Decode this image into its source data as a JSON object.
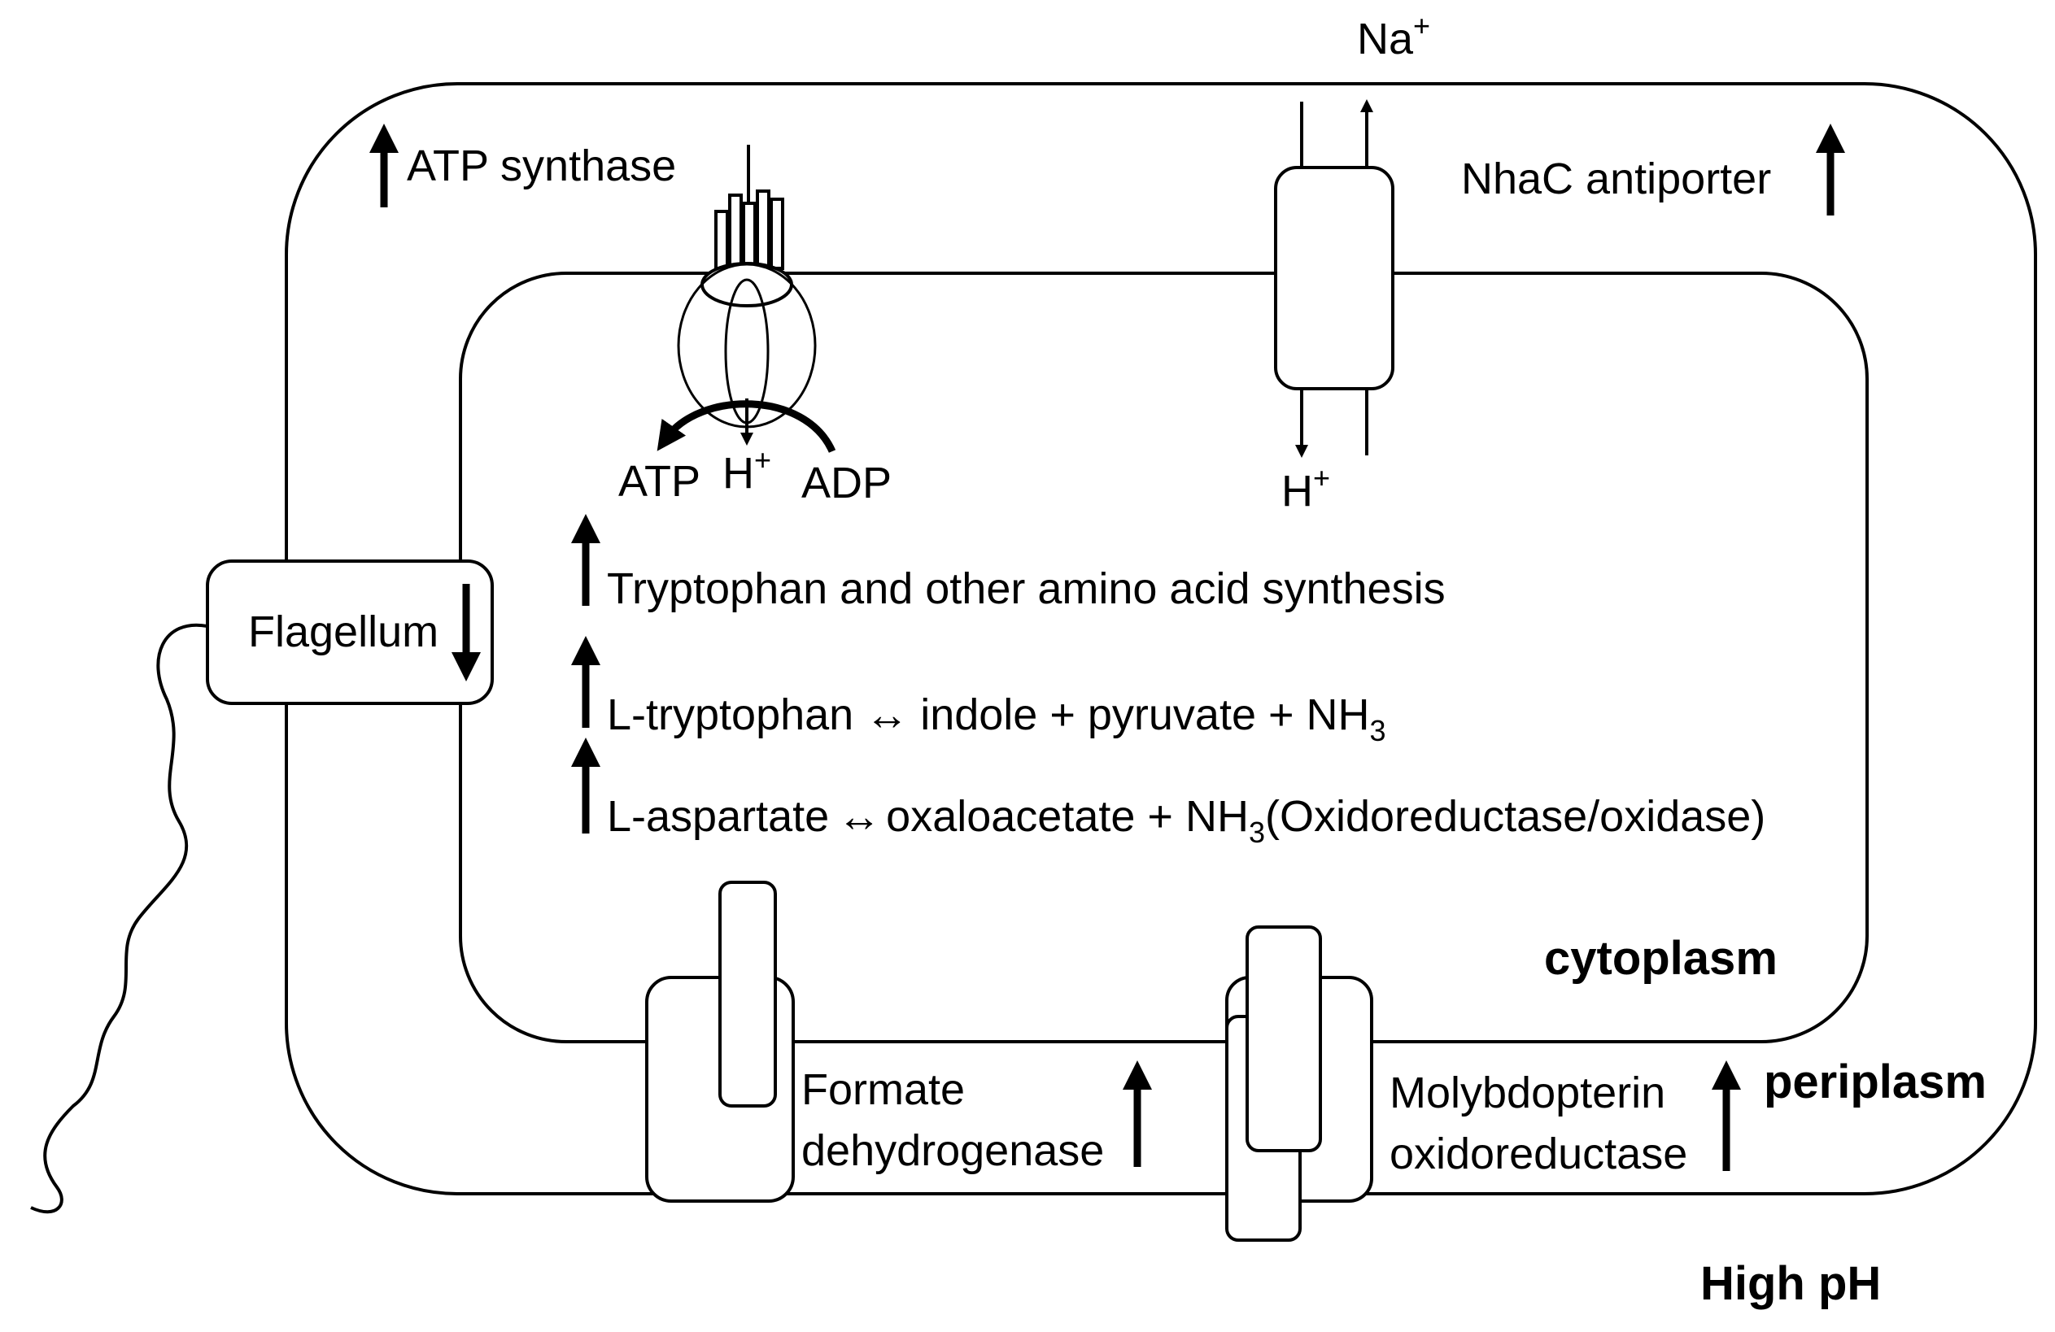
{
  "labels": {
    "sodium": "Na",
    "sodium_charge": "+",
    "atp_synthase": "ATP synthase",
    "nhac_antiporter": "NhaC antiporter",
    "atp": "ATP",
    "proton_h": "H",
    "proton_charge": "+",
    "adp": "ADP",
    "proton_out_h": "H",
    "proton_out_charge": "+",
    "flagellum": "Flagellum",
    "tryptophan_synthesis": "Tryptophan and other amino acid synthesis",
    "reaction1_left": "L-tryptophan",
    "reaction1_arrow": "↔",
    "reaction1_right": "indole + pyruvate + NH",
    "reaction1_sub": "3",
    "reaction2_left": "L-aspartate",
    "reaction2_arrow": "↔",
    "reaction2_right": "oxaloacetate + NH",
    "reaction2_sub": "3",
    "reaction2_tail": "(Oxidoreductase/oxidase)",
    "cytoplasm": "cytoplasm",
    "formate_line1": "Formate",
    "formate_line2": "dehydrogenase",
    "molyb_line1": "Molybdopterin",
    "molyb_line2": "oxidoreductase",
    "periplasm": "periplasm",
    "high_ph": "High pH"
  },
  "regulation": {
    "atp_synthase": "up",
    "nhac_antiporter": "up",
    "flagellum": "down",
    "tryptophan_synthesis": "up",
    "tryptophan_reaction": "up",
    "aspartate_reaction": "up",
    "formate_dehydrogenase": "up",
    "molybdopterin_oxidoreductase": "up"
  },
  "colors": {
    "ink": "#000000",
    "background": "#ffffff"
  }
}
